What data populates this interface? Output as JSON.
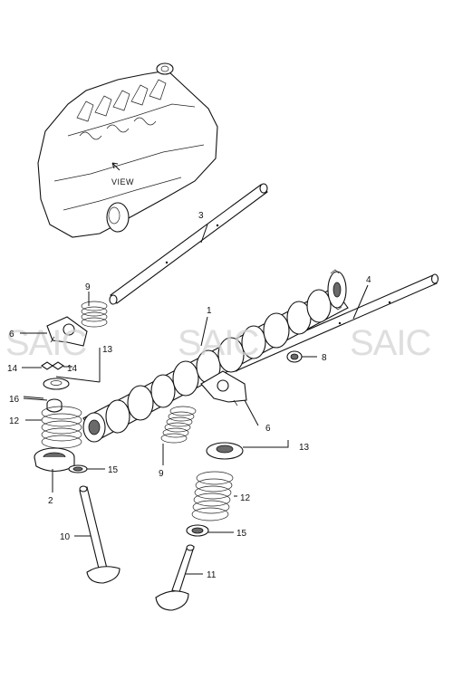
{
  "diagram": {
    "view_label": "VIEW",
    "watermark": [
      "SAIC",
      "SAIC",
      "SAIC"
    ],
    "callouts": {
      "camshaft": "1",
      "valve_guide": "2",
      "rocker_shaft_intake": "3",
      "rocker_shaft_exhaust": "4",
      "rocker_arm_left": "6",
      "rocker_arm_right": "6",
      "plug": "8",
      "spring_left": "9",
      "spring_center": "9",
      "exhaust_valve": "10",
      "intake_valve": "11",
      "valve_spring_left": "12",
      "valve_spring_right": "12",
      "retainer_left": "13",
      "retainer_right": "13",
      "cotter_left": "14",
      "cotter_mid": "14",
      "seal_left": "15",
      "seal_right": "15",
      "cap_16": "16"
    }
  }
}
